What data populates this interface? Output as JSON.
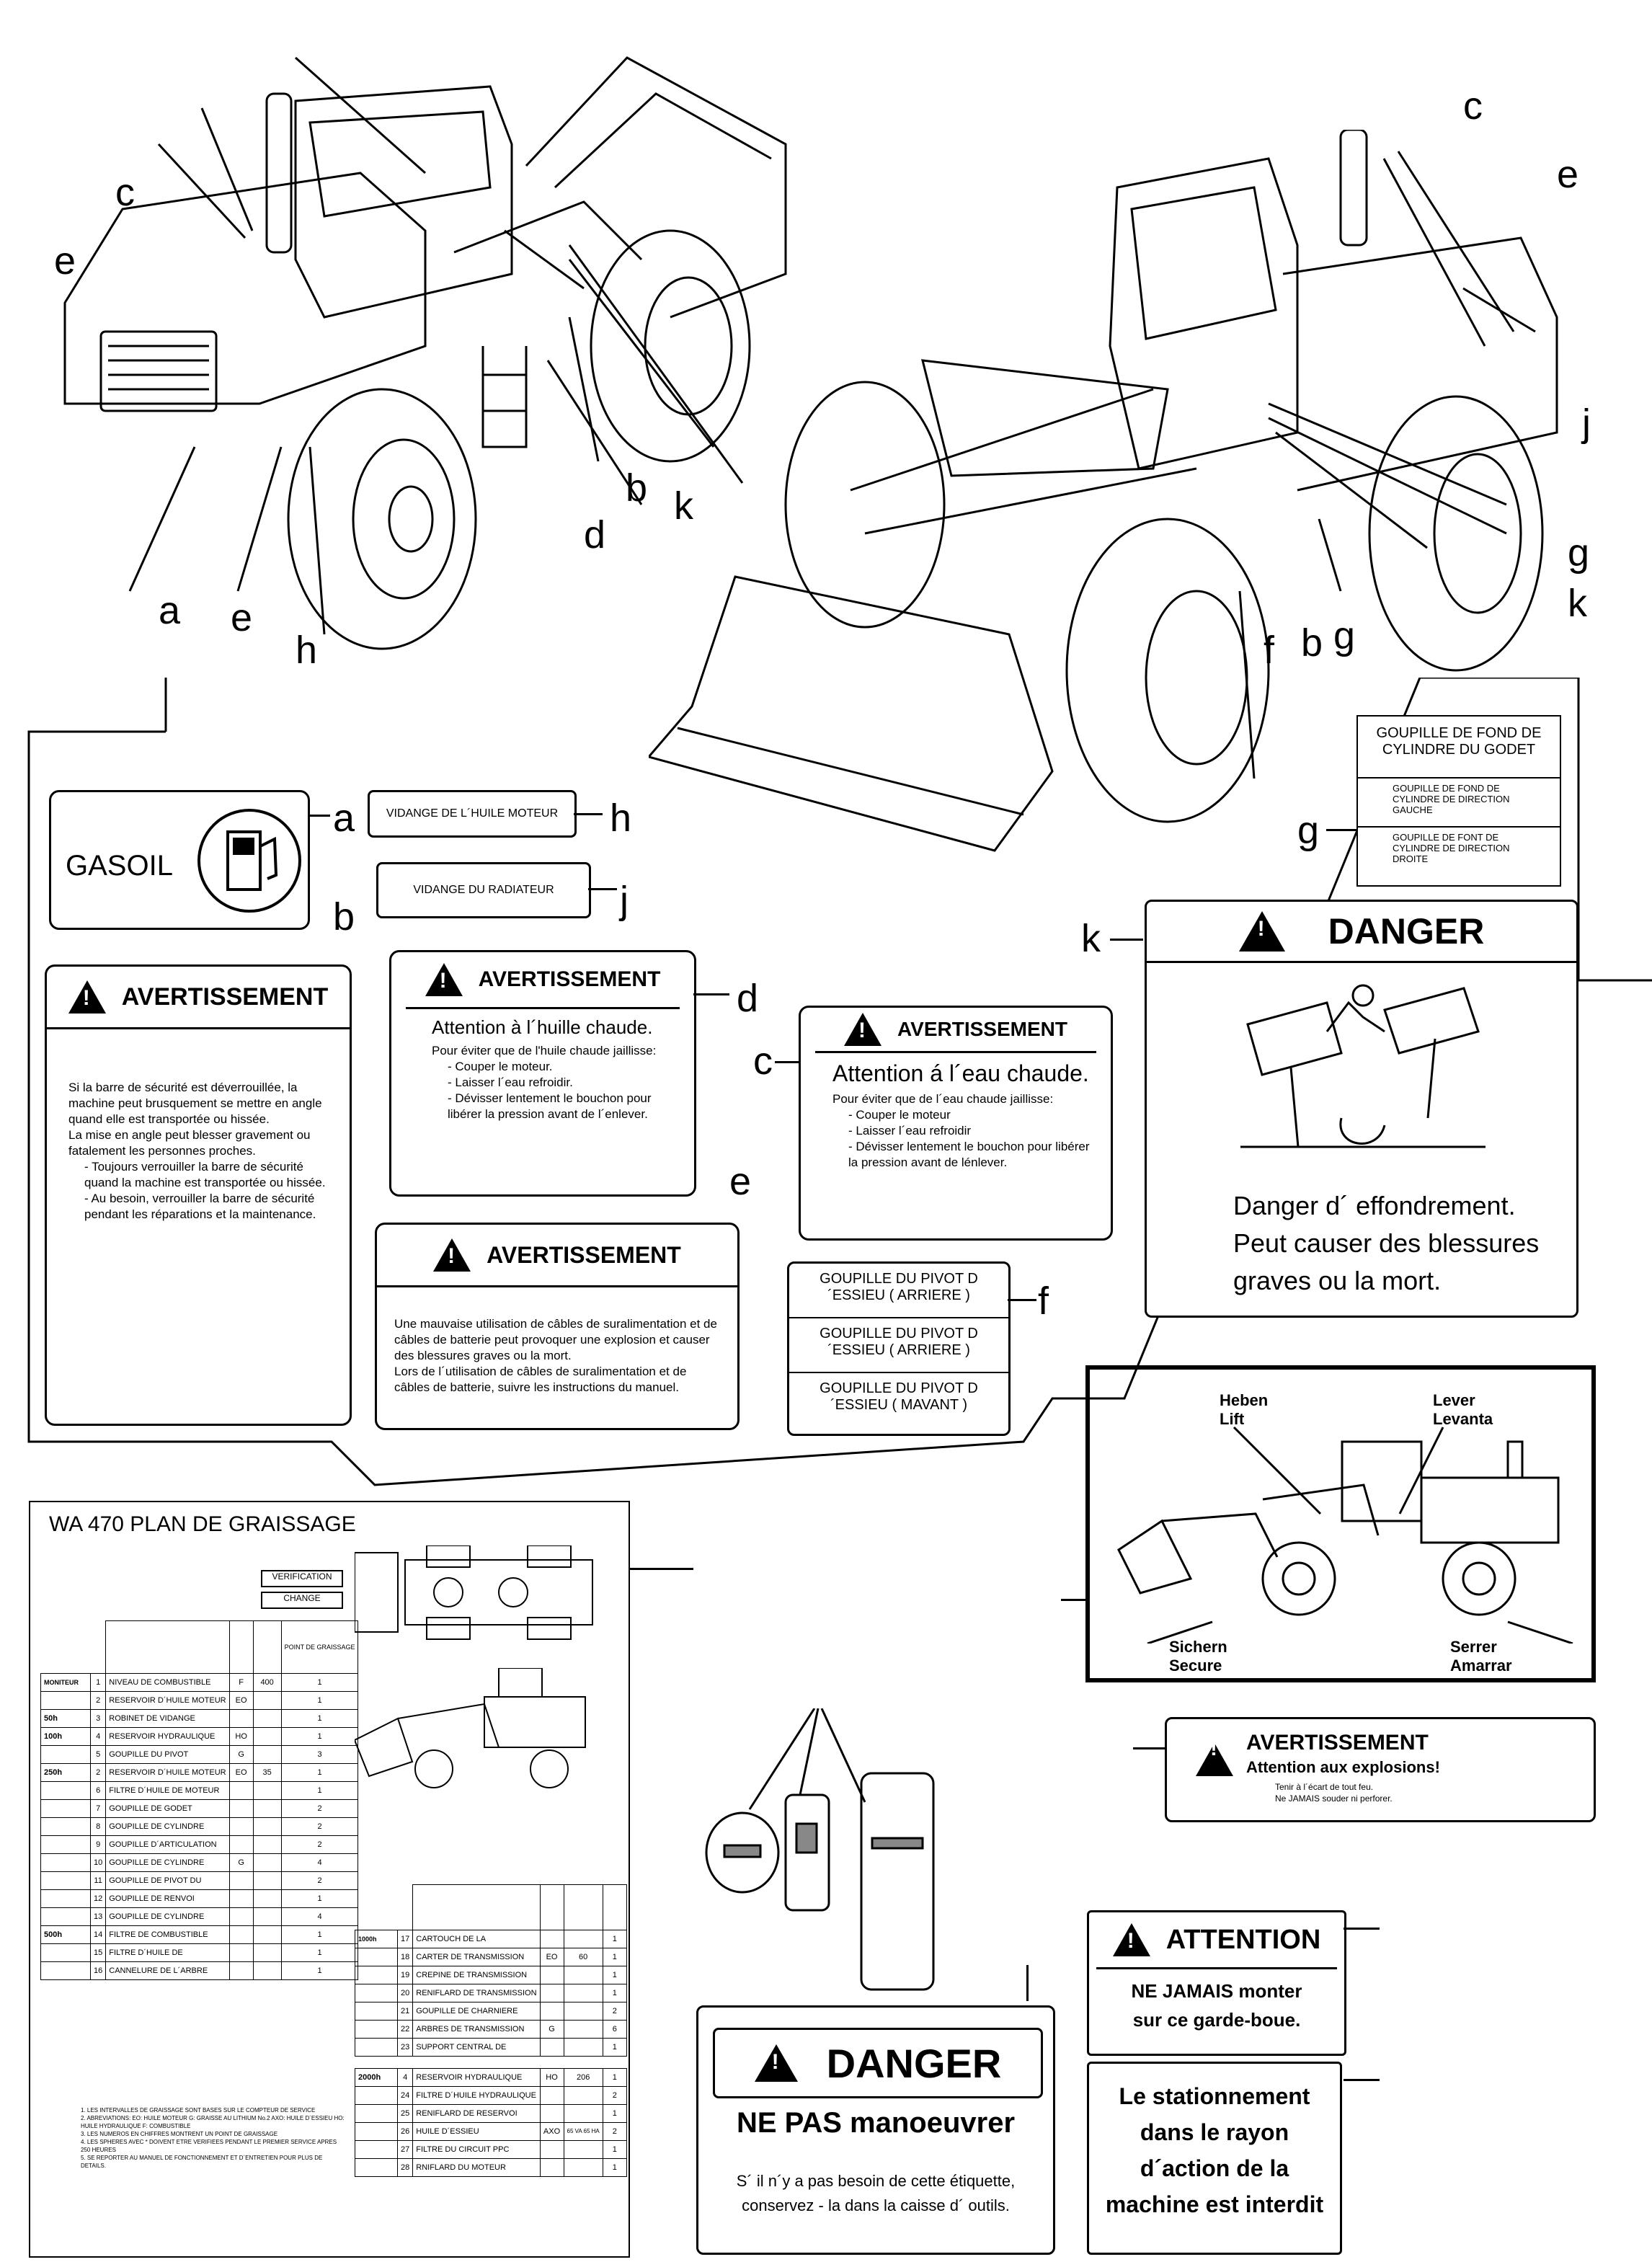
{
  "callouts": {
    "a": "a",
    "b": "b",
    "c": "c",
    "d": "d",
    "e": "e",
    "f": "f",
    "g": "g",
    "h": "h",
    "j": "j",
    "k": "k"
  },
  "label_a": {
    "text": "GASOIL"
  },
  "label_h": {
    "text": "VIDANGE DE L´HUILE MOTEUR"
  },
  "label_j": {
    "text": "VIDANGE DU RADIATEUR"
  },
  "label_b": {
    "header": "AVERTISSEMENT",
    "para1": "Si la barre de sécurité est déverrouillée, la machine peut brusquement se mettre en angle quand elle est transportée ou hissée.",
    "para2": "La mise en angle peut blesser gravement ou fatalement les personnes proches.",
    "items": [
      "Toujours verrouiller la barre de sécurité quand la machine est transportée ou hissée.",
      "Au besoin, verrouiller la barre de sécurité pendant les réparations et la maintenance."
    ]
  },
  "label_d": {
    "header": "AVERTISSEMENT",
    "title": "Attention à l´huille chaude.",
    "intro": "Pour éviter que de l'huile chaude jaillisse:",
    "items": [
      "Couper le moteur.",
      "Laisser l´eau refroidir.",
      "Dévisser lentement le bouchon pour libérer la pression avant de l´enlever."
    ]
  },
  "label_c": {
    "header": "AVERTISSEMENT",
    "title": "Attention á l´eau chaude.",
    "intro": "Pour éviter que de l´eau chaude jaillisse:",
    "items": [
      "Couper le moteur",
      "Laisser l´eau refroidir",
      "Dévisser lentement le bouchon pour libérer la pression avant de lénlever."
    ]
  },
  "label_e": {
    "header": "AVERTISSEMENT",
    "para1": "Une mauvaise utilisation de câbles de suralimentation et de câbles de batterie peut provoquer une explosion et causer des blessures graves ou la mort.",
    "para2": "Lors de l´utilisation de câbles de suralimentation et de câbles de batterie, suivre les instructions du manuel."
  },
  "label_f": {
    "rows": [
      "GOUPILLE DU PIVOT D´ESSIEU ( ARRIERE )",
      "GOUPILLE DU PIVOT D´ESSIEU ( ARRIERE )",
      "GOUPILLE DU PIVOT D´ESSIEU ( MAVANT )"
    ]
  },
  "label_g": {
    "rows": [
      "GOUPILLE DE FOND DE CYLINDRE DU GODET",
      "GOUPILLE DE FOND DE CYLINDRE DE DIRECTION GAUCHE",
      "GOUPILLE DE FONT DE CYLINDRE DE DIRECTION DROITE"
    ]
  },
  "label_k": {
    "header": "DANGER",
    "line1": "Danger d´ effondrement.",
    "line2": "Peut causer des blessures",
    "line3": "graves ou la mort."
  },
  "lift": {
    "heben": "Heben",
    "lift": "Lift",
    "lever": "Lever",
    "levanta": "Levanta",
    "sichern": "Sichern",
    "secure": "Secure",
    "serrer": "Serrer",
    "amarrar": "Amarrar"
  },
  "explosion": {
    "header": "AVERTISSEMENT",
    "title": "Attention aux explosions!",
    "items": [
      "Tenir à l´écart de tout feu.",
      "Ne JAMAIS souder ni perforer."
    ]
  },
  "attention": {
    "header": "ATTENTION",
    "line1": "NE JAMAIS monter",
    "line2": "sur ce garde-boue."
  },
  "stationnement": {
    "line1": "Le stationnement",
    "line2": "dans le rayon",
    "line3": "d´action de la",
    "line4": "machine est interdit"
  },
  "danger_bottom": {
    "header": "DANGER",
    "title": "NE PAS manoeuvrer",
    "line1": "S´ il n´y a pas besoin de cette étiquette,",
    "line2": "conservez - la dans la caisse d´ outils."
  },
  "lube": {
    "title": "WA 470 PLAN DE GRAISSAGE",
    "verification": "VERIFICATION",
    "change": "CHANGE",
    "col_point": "POINT DE GRAISSAGE",
    "rows": [
      {
        "interval": "MONITEUR",
        "no": "1",
        "item": "NIVEAU DE COMBUSTIBLE",
        "code": "F",
        "qty": "400",
        "pts": "1"
      },
      {
        "interval": "",
        "no": "2",
        "item": "RESERVOIR D´HUILE MOTEUR",
        "code": "EO",
        "qty": "",
        "pts": "1"
      },
      {
        "interval": "50h",
        "no": "3",
        "item": "ROBINET DE VIDANGE",
        "code": "",
        "qty": "",
        "pts": "1"
      },
      {
        "interval": "100h",
        "no": "4",
        "item": "RESERVOIR HYDRAULIQUE",
        "code": "HO",
        "qty": "",
        "pts": "1"
      },
      {
        "interval": "",
        "no": "5",
        "item": "GOUPILLE DU PIVOT",
        "code": "G",
        "qty": "",
        "pts": "3"
      },
      {
        "interval": "250h",
        "no": "2",
        "item": "RESERVOIR D´HUILE MOTEUR",
        "code": "EO",
        "qty": "35",
        "pts": "1"
      },
      {
        "interval": "",
        "no": "6",
        "item": "FILTRE D´HUILE DE MOTEUR",
        "code": "",
        "qty": "",
        "pts": "1"
      },
      {
        "interval": "",
        "no": "7",
        "item": "GOUPILLE DE GODET",
        "code": "",
        "qty": "",
        "pts": "2"
      },
      {
        "interval": "",
        "no": "8",
        "item": "GOUPILLE DE CYLINDRE",
        "code": "",
        "qty": "",
        "pts": "2"
      },
      {
        "interval": "",
        "no": "9",
        "item": "GOUPILLE D´ARTICULATION",
        "code": "",
        "qty": "",
        "pts": "2"
      },
      {
        "interval": "",
        "no": "10",
        "item": "GOUPILLE DE CYLINDRE",
        "code": "G",
        "qty": "",
        "pts": "4"
      },
      {
        "interval": "",
        "no": "11",
        "item": "GOUPILLE DE PIVOT DU",
        "code": "",
        "qty": "",
        "pts": "2"
      },
      {
        "interval": "",
        "no": "12",
        "item": "GOUPILLE DE RENVOI",
        "code": "",
        "qty": "",
        "pts": "1"
      },
      {
        "interval": "",
        "no": "13",
        "item": "GOUPILLE DE CYLINDRE",
        "code": "",
        "qty": "",
        "pts": "4"
      },
      {
        "interval": "500h",
        "no": "14",
        "item": "FILTRE DE COMBUSTIBLE",
        "code": "",
        "qty": "",
        "pts": "1"
      },
      {
        "interval": "",
        "no": "15",
        "item": "FILTRE D´HUILE DE",
        "code": "",
        "qty": "",
        "pts": "1"
      },
      {
        "interval": "",
        "no": "16",
        "item": "CANNELURE DE L´ARBRE",
        "code": "",
        "qty": "",
        "pts": "1"
      }
    ],
    "rows2": [
      {
        "interval": "1000h",
        "no": "17",
        "item": "CARTOUCH DE LA",
        "code": "",
        "qty": "",
        "pts": "1"
      },
      {
        "interval": "",
        "no": "18",
        "item": "CARTER DE TRANSMISSION",
        "code": "EO",
        "qty": "60",
        "pts": "1"
      },
      {
        "interval": "",
        "no": "19",
        "item": "CREPINE DE TRANSMISSION",
        "code": "",
        "qty": "",
        "pts": "1"
      },
      {
        "interval": "",
        "no": "20",
        "item": "RENIFLARD DE TRANSMISSION",
        "code": "",
        "qty": "",
        "pts": "1"
      },
      {
        "interval": "",
        "no": "21",
        "item": "GOUPILLE DE CHARNIERE",
        "code": "",
        "qty": "",
        "pts": "2"
      },
      {
        "interval": "",
        "no": "22",
        "item": "ARBRES DE TRANSMISSION",
        "code": "G",
        "qty": "",
        "pts": "6"
      },
      {
        "interval": "",
        "no": "23",
        "item": "SUPPORT CENTRAL DE",
        "code": "",
        "qty": "",
        "pts": "1"
      },
      {
        "interval": "2000h",
        "no": "4",
        "item": "RESERVOIR HYDRAULIQUE",
        "code": "HO",
        "qty": "206",
        "pts": "1"
      },
      {
        "interval": "",
        "no": "24",
        "item": "FILTRE D´HUILE HYDRAULIQUE",
        "code": "",
        "qty": "",
        "pts": "2"
      },
      {
        "interval": "",
        "no": "25",
        "item": "RENIFLARD DE RESERVOI",
        "code": "",
        "qty": "",
        "pts": "1"
      },
      {
        "interval": "",
        "no": "26",
        "item": "HUILE D´ESSIEU",
        "code": "AXO",
        "qty": "65 VA 65 HA",
        "pts": "2"
      },
      {
        "interval": "",
        "no": "27",
        "item": "FILTRE DU CIRCUIT PPC",
        "code": "",
        "qty": "",
        "pts": "1"
      },
      {
        "interval": "",
        "no": "28",
        "item": "RNIFLARD DU MOTEUR",
        "code": "",
        "qty": "",
        "pts": "1"
      }
    ],
    "notes": [
      "1. LES INTERVALLES DE GRAISSAGE SONT BASES SUR LE COMPTEUR DE SERVICE",
      "2. ABREVIATIONS: EO: HUILE MOTEUR  G: GRAISSE AU LITHIUM No.2  AXO: HUILE D´ESSIEU  HO: HUILE HYDRAULIQUE  F: COMBUSTIBLE",
      "3. LES NUMEROS EN CHIFFRES MONTRENT UN POINT DE GRAISSAGE",
      "4. LES SPHERES AVEC * DOIVENT ETRE VERIFIEES PENDANT LE PREMIER SERVICE APRES 250 HEURES",
      "5. SE REPORTER AU MANUEL DE FONCTIONNEMENT ET D´ENTRETIEN POUR PLUS DE DETAILS."
    ]
  }
}
